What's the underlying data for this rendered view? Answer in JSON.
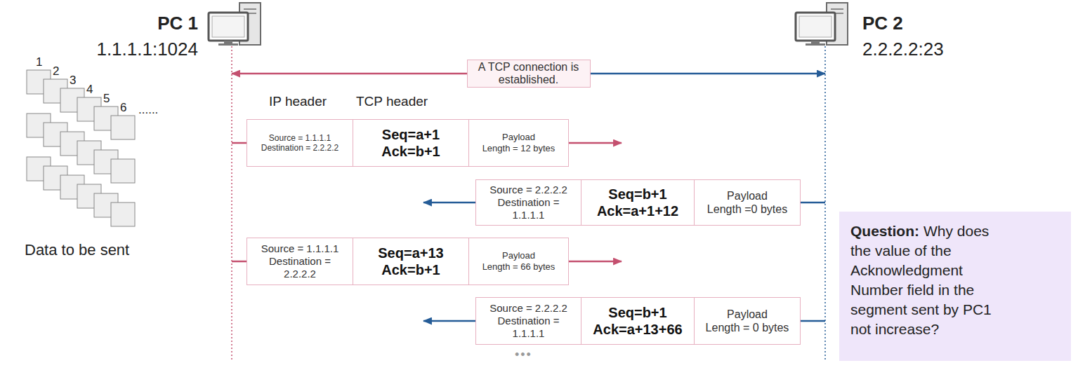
{
  "diagram": {
    "nodes": [
      {
        "text": [
          "PC 1",
          "1.1.1.1:1024"
        ]
      },
      {
        "text": [
          "PC 2",
          "2.2.2.2:23"
        ]
      },
      {
        "text": [
          "Source = 1.1.1.1 Destination = 2.2.2.2"
        ]
      },
      {
        "text": [
          "Seq=a+1",
          "Ack=b+1"
        ]
      },
      {
        "text": [
          "Payload",
          "Length = 12 bytes"
        ]
      },
      {
        "text": [
          "Source = 2.2.2.2 Destination = 1.1.1.1"
        ]
      },
      {
        "text": [
          "Seq=b+1",
          "Ack=a+1+12"
        ]
      },
      {
        "text": [
          "Payload",
          "Length =0 bytes"
        ]
      },
      {
        "text": [
          "Source = 1.1.1.1 Destination = 2.2.2.2"
        ]
      },
      {
        "text": [
          "Seq=a+13",
          "Ack=b+1"
        ]
      },
      {
        "text": [
          "Payload",
          "Length = 66 bytes"
        ]
      },
      {
        "text": [
          "Source = 2.2.2.2 Destination = 1.1.1.1"
        ]
      },
      {
        "text": [
          "Seq=b+1",
          "Ack=a+13+66"
        ]
      },
      {
        "text": [
          "Payload",
          "Length = 0 bytes"
        ]
      },
      {
        "text": [
          "Question:",
          "Why does the value of the Acknowledgment Number field in the segment sent by PC1 not increase?"
        ]
      }
    ],
    "edges": [
      {
        "from": 0,
        "to": 1,
        "arrow": "both",
        "label": "A TCP connection is established."
      }
    ],
    "labels": [
      "1",
      "2",
      "3",
      "4",
      "5",
      "6",
      "......",
      "IP header",
      "TCP header",
      "Data to be sent",
      "•••"
    ]
  }
}
